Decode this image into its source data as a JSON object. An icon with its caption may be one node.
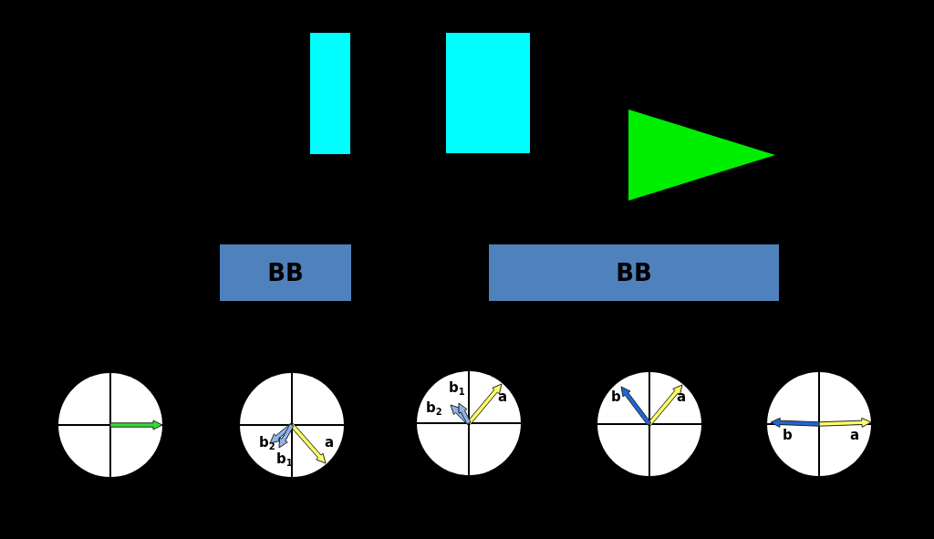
{
  "diagram": {
    "nodes": [
      {
        "text": [],
        "shape": "box"
      },
      {
        "text": [],
        "shape": "box"
      },
      {
        "text": [],
        "shape": "triangle"
      },
      {
        "text": [
          "BB"
        ]
      },
      {
        "text": [
          "BB"
        ]
      }
    ],
    "labels": [
      "b$_{2}$",
      "b$_{1}$",
      "a",
      "b$_{1}$",
      "b$_{2}$",
      "a",
      "b",
      "a",
      "b",
      "a"
    ]
  }
}
